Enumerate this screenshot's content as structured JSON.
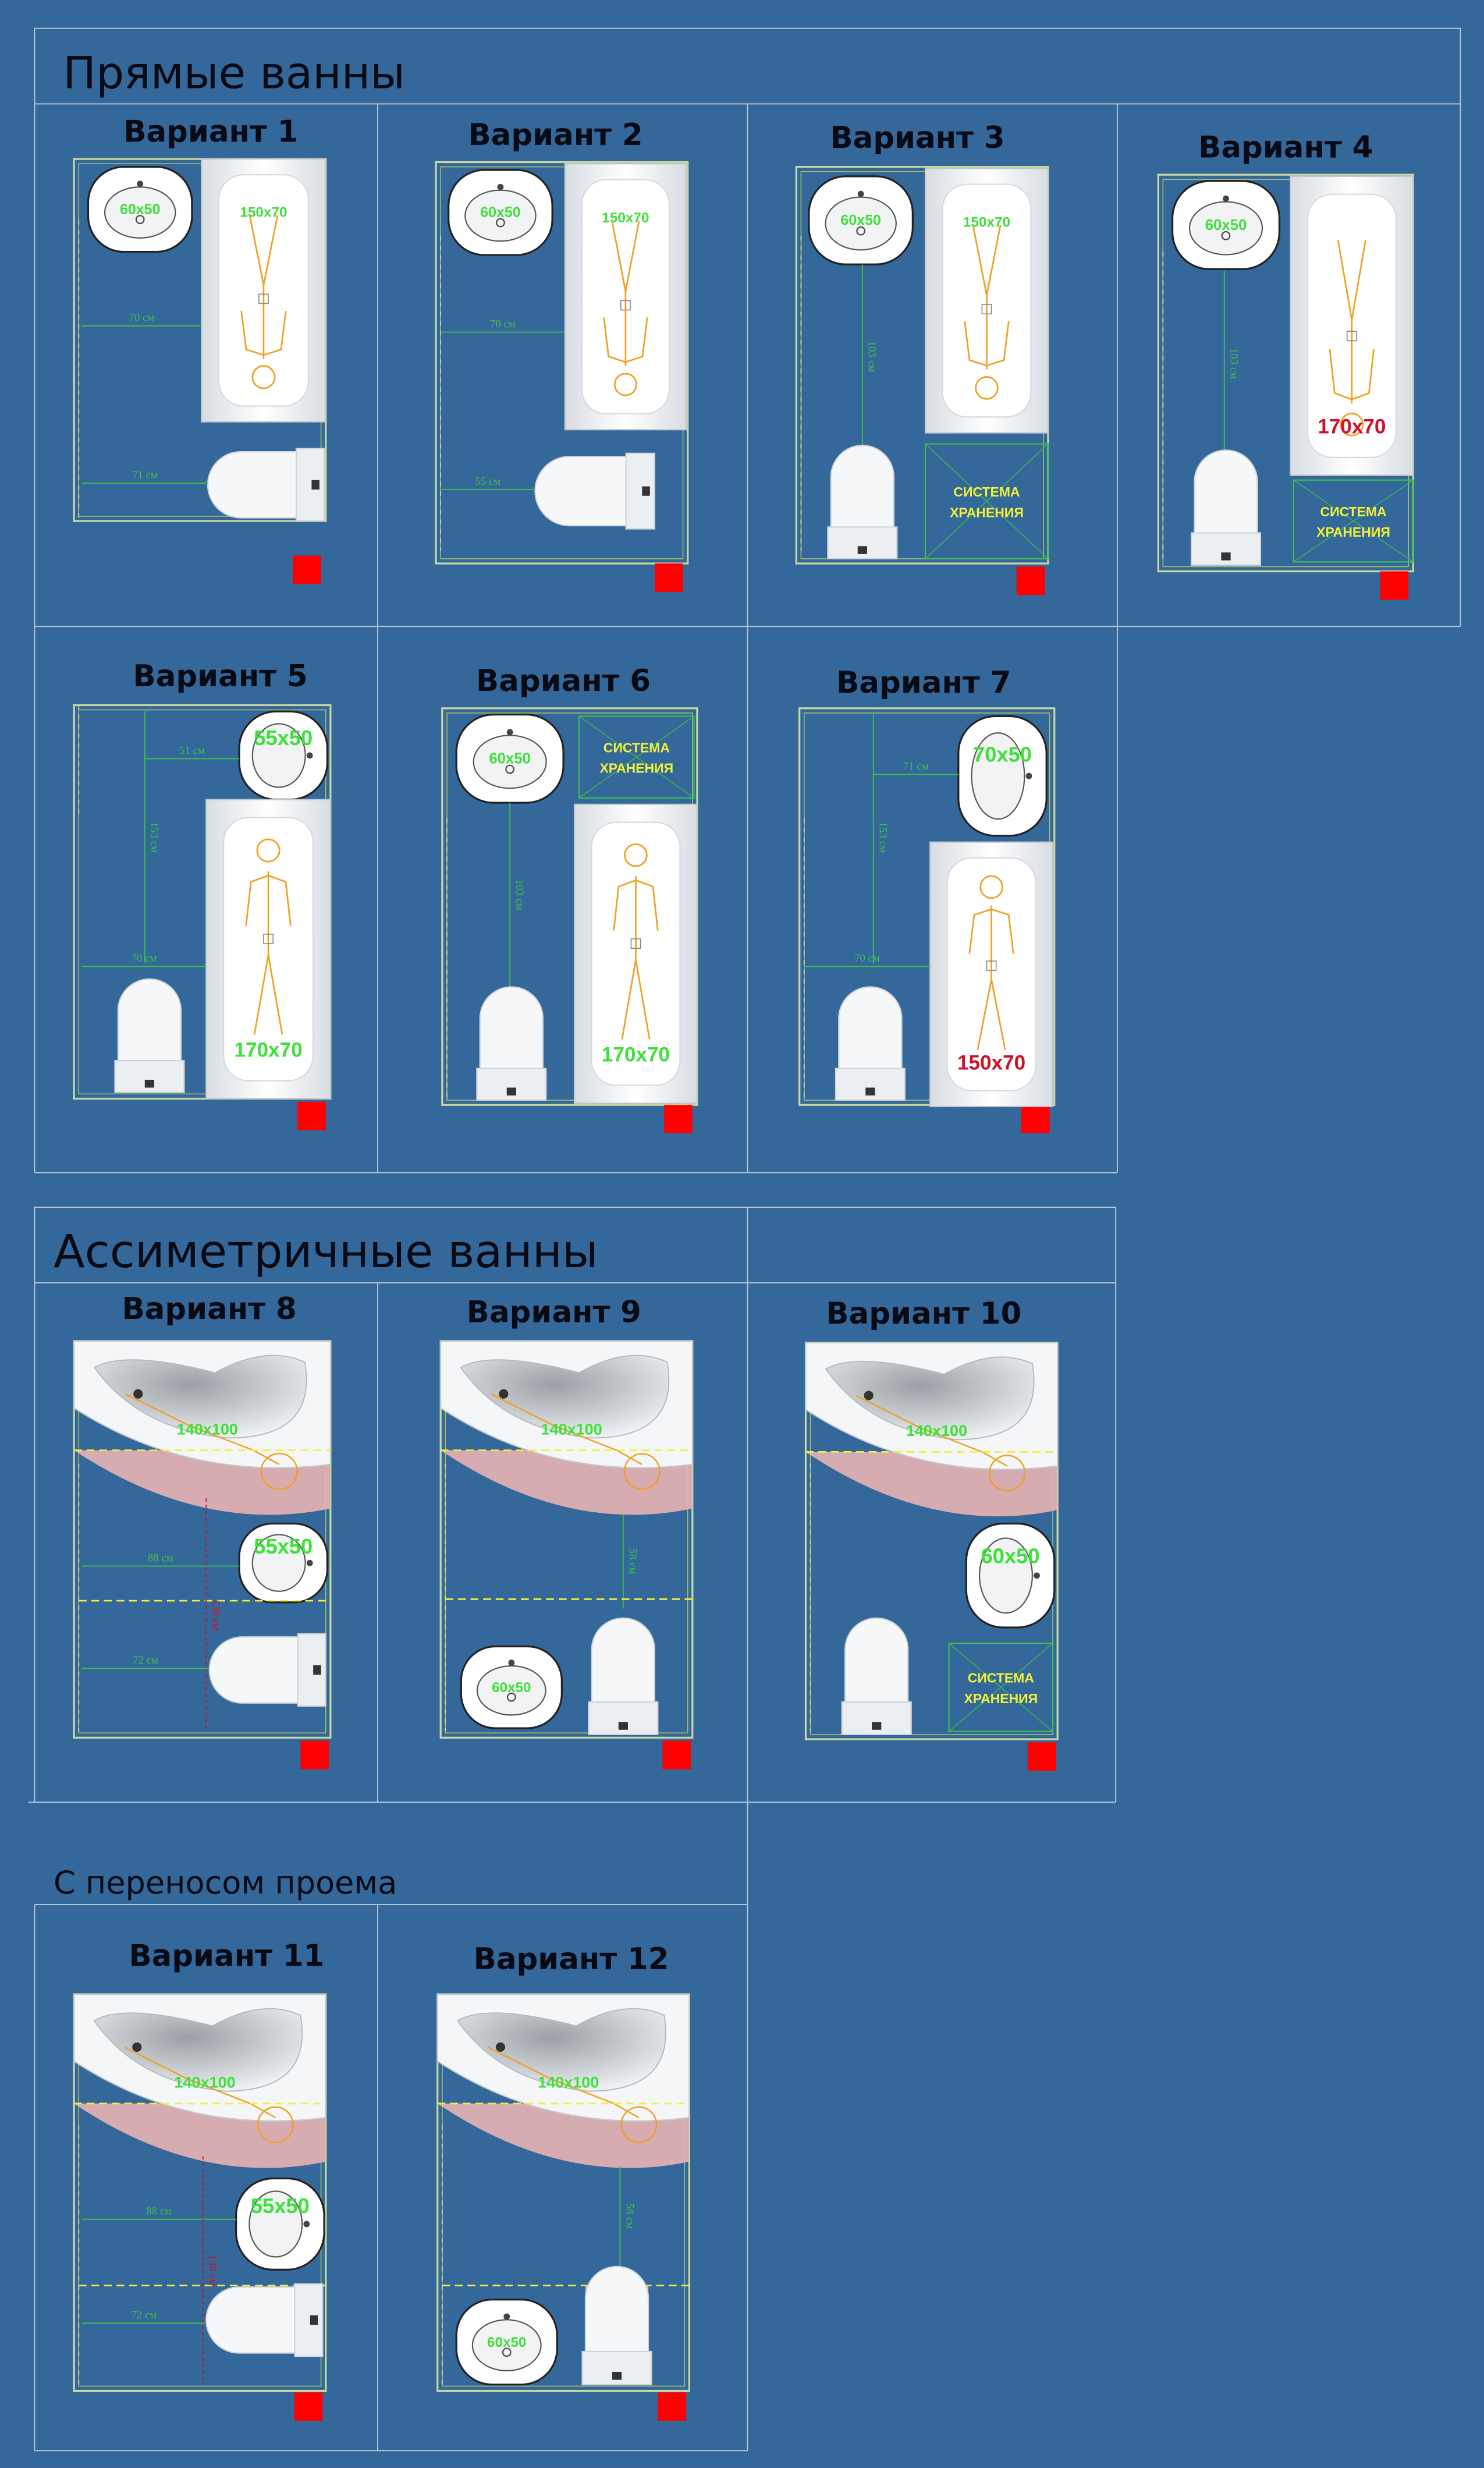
{
  "sections": {
    "straight": "Прямые ванны",
    "asymmetric": "Ассиметричные ванны",
    "moved": "С переносом проема"
  },
  "storage_label": [
    "СИСТЕМА",
    "ХРАНЕНИЯ"
  ],
  "colors": {
    "background": "#34679a",
    "label_green": "#3ee03a",
    "label_red": "#d0102a",
    "label_yellow": "#f2f03a",
    "door_marker": "#ff0000",
    "figure_orange": "#f0a020",
    "pink_zone": "#e8b4b4"
  },
  "variants": [
    {
      "title": "Вариант 1",
      "bath": "150x70",
      "sink": "60x50",
      "dims": [
        "70 см",
        "71 см"
      ]
    },
    {
      "title": "Вариант 2",
      "bath": "150x70",
      "sink": "60x50",
      "dims": [
        "70 см",
        "55 см"
      ]
    },
    {
      "title": "Вариант 3",
      "bath": "150x70",
      "sink": "60x50",
      "dims": [
        "103 см"
      ],
      "storage": true
    },
    {
      "title": "Вариант 4",
      "bath": "170x70",
      "sink": "60x50",
      "dims": [
        "103 см"
      ],
      "storage": true
    },
    {
      "title": "Вариант 5",
      "bath": "170x70",
      "sink": "55x50",
      "dims": [
        "51 см",
        "153 см",
        "70 см"
      ]
    },
    {
      "title": "Вариант 6",
      "bath": "170x70",
      "sink": "60x50",
      "dims": [
        "103 см"
      ],
      "storage": true
    },
    {
      "title": "Вариант 7",
      "bath": "150x70",
      "sink": "70x50",
      "dims": [
        "71 см",
        "153 см",
        "70 см"
      ]
    },
    {
      "title": "Вариант 8",
      "bath": "140x100",
      "sink": "55x50",
      "dims": [
        "88 см",
        "72 см",
        "130 см"
      ]
    },
    {
      "title": "Вариант 9",
      "bath": "140x100",
      "sink": "60x50",
      "dims": [
        "58 см"
      ]
    },
    {
      "title": "Вариант 10",
      "bath": "140x100",
      "sink": "60x50",
      "dims": [],
      "storage": true
    },
    {
      "title": "Вариант 11",
      "bath": "140x100",
      "sink": "55x50",
      "dims": [
        "88 см",
        "72 см",
        "130 см"
      ]
    },
    {
      "title": "Вариант 12",
      "bath": "140x100",
      "sink": "60x50",
      "dims": [
        "58 см"
      ]
    }
  ]
}
